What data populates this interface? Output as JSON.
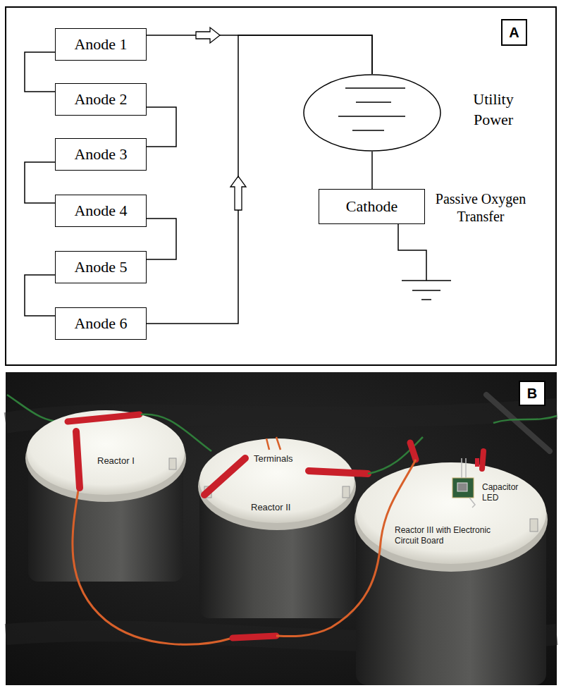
{
  "diagram": {
    "nodes": [
      {
        "text": [
          "A"
        ]
      },
      {
        "text": [
          "Anode 1"
        ]
      },
      {
        "text": [
          "Anode 2"
        ]
      },
      {
        "text": [
          "Anode 3"
        ]
      },
      {
        "text": [
          "Anode 4"
        ]
      },
      {
        "text": [
          "Anode 5"
        ]
      },
      {
        "text": [
          "Anode 6"
        ]
      },
      {
        "text": [
          "Utility Power"
        ]
      },
      {
        "text": [
          "Cathode"
        ]
      },
      {
        "text": [
          "B"
        ]
      }
    ],
    "edges": [
      {
        "from": 1,
        "to": 2,
        "arrow": "none"
      },
      {
        "from": 2,
        "to": 3,
        "arrow": "none"
      },
      {
        "from": 3,
        "to": 4,
        "arrow": "none"
      },
      {
        "from": 4,
        "to": 5,
        "arrow": "none"
      },
      {
        "from": 5,
        "to": 6,
        "arrow": "none"
      },
      {
        "from": 1,
        "to": 7,
        "arrow": "none"
      },
      {
        "from": 6,
        "to": 7,
        "arrow": "none"
      },
      {
        "from": 7,
        "to": 8,
        "arrow": "none"
      }
    ],
    "labels": [
      "Passive Oxygen Transfer",
      "Reactor I",
      "Terminals",
      "Reactor II",
      "Capacitor",
      "LED",
      "Reactor III with Electronic Circuit Board"
    ]
  }
}
